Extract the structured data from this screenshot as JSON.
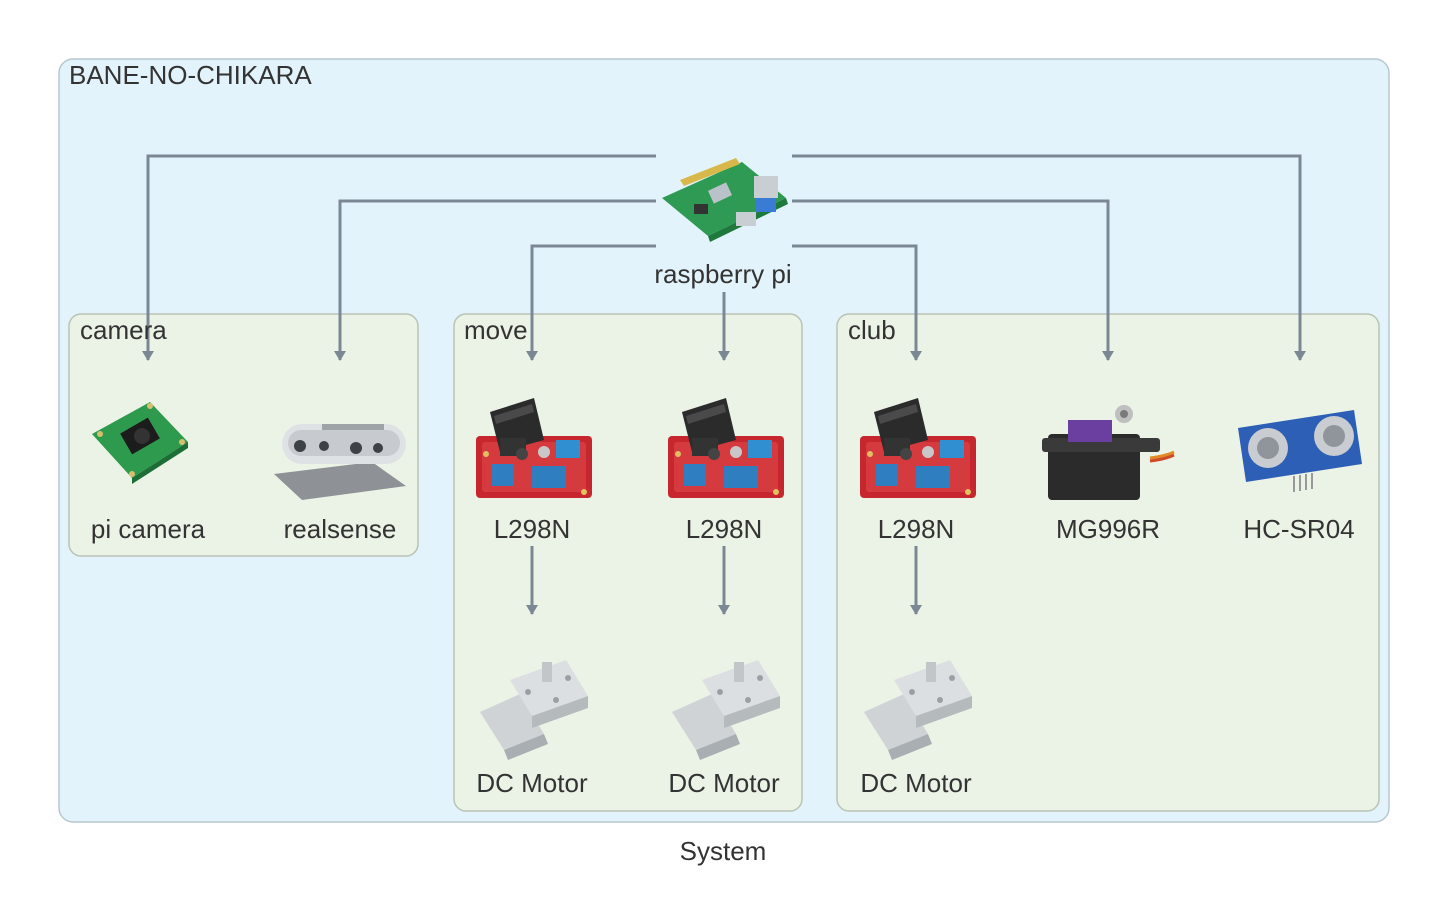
{
  "caption": "System",
  "system_cluster": {
    "label": "BANE-NO-CHIKARA"
  },
  "clusters": {
    "camera": {
      "label": "camera"
    },
    "move": {
      "label": "move"
    },
    "club": {
      "label": "club"
    }
  },
  "nodes": {
    "raspberry_pi": {
      "label": "raspberry pi",
      "icon": "raspberry-pi-board-icon"
    },
    "pi_camera": {
      "label": "pi camera",
      "icon": "pi-camera-module-icon"
    },
    "realsense": {
      "label": "realsense",
      "icon": "realsense-depth-camera-icon"
    },
    "move_l298n_1": {
      "label": "L298N",
      "icon": "l298n-driver-icon"
    },
    "move_l298n_2": {
      "label": "L298N",
      "icon": "l298n-driver-icon"
    },
    "club_l298n": {
      "label": "L298N",
      "icon": "l298n-driver-icon"
    },
    "mg996r": {
      "label": "MG996R",
      "icon": "servo-motor-icon"
    },
    "hcsr04": {
      "label": "HC-SR04",
      "icon": "ultrasonic-sensor-icon"
    },
    "move_dc_1": {
      "label": "DC Motor",
      "icon": "dc-gear-motor-icon"
    },
    "move_dc_2": {
      "label": "DC Motor",
      "icon": "dc-gear-motor-icon"
    },
    "club_dc": {
      "label": "DC Motor",
      "icon": "dc-gear-motor-icon"
    }
  },
  "edges": [
    {
      "from": "raspberry pi",
      "to": "pi camera"
    },
    {
      "from": "raspberry pi",
      "to": "realsense"
    },
    {
      "from": "raspberry pi",
      "to": "L298N (move 1)"
    },
    {
      "from": "raspberry pi",
      "to": "L298N (move 2)"
    },
    {
      "from": "raspberry pi",
      "to": "L298N (club)"
    },
    {
      "from": "raspberry pi",
      "to": "MG996R"
    },
    {
      "from": "raspberry pi",
      "to": "HC-SR04"
    },
    {
      "from": "L298N (move 1)",
      "to": "DC Motor (move 1)"
    },
    {
      "from": "L298N (move 2)",
      "to": "DC Motor (move 2)"
    },
    {
      "from": "L298N (club)",
      "to": "DC Motor (club)"
    }
  ],
  "colors": {
    "system_fill": "#e3f3fb",
    "system_stroke": "#b7c7cf",
    "cluster_fill": "#eaf3e6",
    "cluster_stroke": "#b9c3b5",
    "edge": "#7b8894"
  }
}
